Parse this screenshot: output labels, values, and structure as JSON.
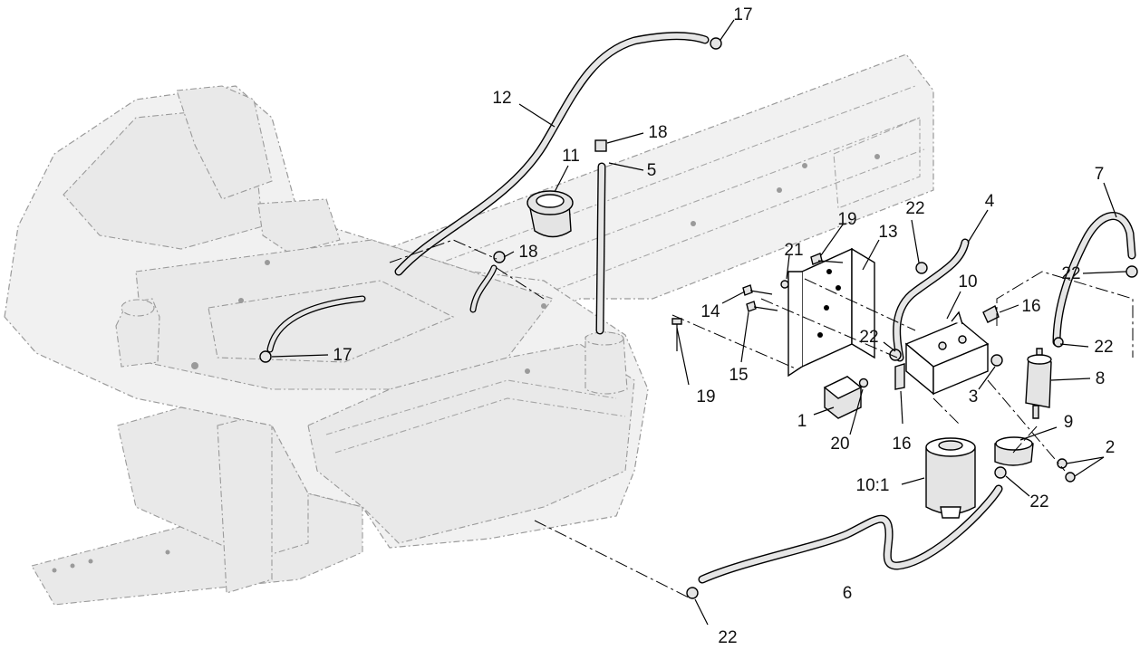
{
  "diagram": {
    "callouts": [
      {
        "id": "c17a",
        "label": "17"
      },
      {
        "id": "c12",
        "label": "12"
      },
      {
        "id": "c18a",
        "label": "18"
      },
      {
        "id": "c11",
        "label": "11"
      },
      {
        "id": "c5",
        "label": "5"
      },
      {
        "id": "c18b",
        "label": "18"
      },
      {
        "id": "c17b",
        "label": "17"
      },
      {
        "id": "c7",
        "label": "7"
      },
      {
        "id": "c22a",
        "label": "22"
      },
      {
        "id": "c4",
        "label": "4"
      },
      {
        "id": "c19a",
        "label": "19"
      },
      {
        "id": "c13",
        "label": "13"
      },
      {
        "id": "c21",
        "label": "21"
      },
      {
        "id": "c10",
        "label": "10"
      },
      {
        "id": "c22b",
        "label": "22"
      },
      {
        "id": "c16a",
        "label": "16"
      },
      {
        "id": "c14",
        "label": "14"
      },
      {
        "id": "c15",
        "label": "15"
      },
      {
        "id": "c22c",
        "label": "22"
      },
      {
        "id": "c22d",
        "label": "22"
      },
      {
        "id": "c8",
        "label": "8"
      },
      {
        "id": "c3",
        "label": "3"
      },
      {
        "id": "c19b",
        "label": "19"
      },
      {
        "id": "c1",
        "label": "1"
      },
      {
        "id": "c20",
        "label": "20"
      },
      {
        "id": "c16b",
        "label": "16"
      },
      {
        "id": "c9",
        "label": "9"
      },
      {
        "id": "c2",
        "label": "2"
      },
      {
        "id": "c101",
        "label": "10:1"
      },
      {
        "id": "c22e",
        "label": "22"
      },
      {
        "id": "c6",
        "label": "6"
      },
      {
        "id": "c22f",
        "label": "22"
      }
    ]
  }
}
